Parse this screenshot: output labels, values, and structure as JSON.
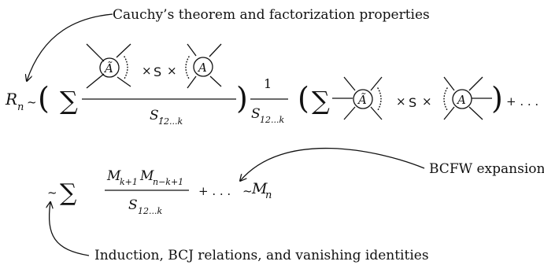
{
  "annotations": {
    "top": "Cauchy’s theorem and factorization properties",
    "right": "BCFW expansion",
    "bottom": "Induction, BCJ relations, and vanishing identities"
  },
  "row1": {
    "lhs_symbol": "R",
    "lhs_subscript": "n",
    "tilde": "~",
    "sum": "∑",
    "blob_tilde_A": "Ã",
    "blob_A": "A",
    "times": "×",
    "product_S": "S",
    "denominator_S": "S",
    "denominator_hat_sub": "1̂2...k",
    "fraction_numerator": "1",
    "fraction_denominator_S": "S",
    "fraction_denominator_sub": "12...k",
    "plus_dots": "+ . . ."
  },
  "row2": {
    "tilde": "~",
    "sum": "∑",
    "M1": "M",
    "M1_sub": "k+1",
    "M2": "M",
    "M2_sub": "n−k+1",
    "denominator_S": "S",
    "denominator_sub": "12...k",
    "plus_dots": "+ . . .",
    "tilde_right": "~",
    "rhs_symbol": "M",
    "rhs_subscript": "n"
  }
}
